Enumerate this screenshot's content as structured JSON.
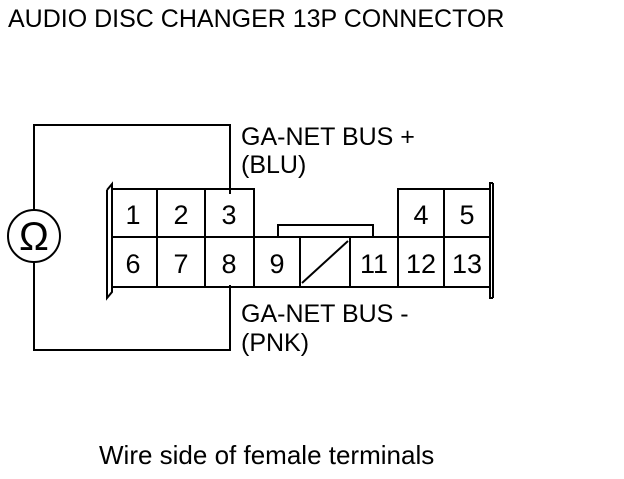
{
  "title": "AUDIO DISC CHANGER 13P CONNECTOR",
  "meter_symbol": "Ω",
  "connector": {
    "top_row_left": [
      "1",
      "2",
      "3"
    ],
    "top_row_right": [
      "4",
      "5"
    ],
    "bottom_row": [
      "6",
      "7",
      "8",
      "9",
      "11",
      "12",
      "13"
    ]
  },
  "labels": {
    "plus_line1": "GA-NET BUS +",
    "plus_line2": "(BLU)",
    "minus_line1": "GA-NET BUS -",
    "minus_line2": "(PNK)"
  },
  "caption": "Wire side of female terminals"
}
